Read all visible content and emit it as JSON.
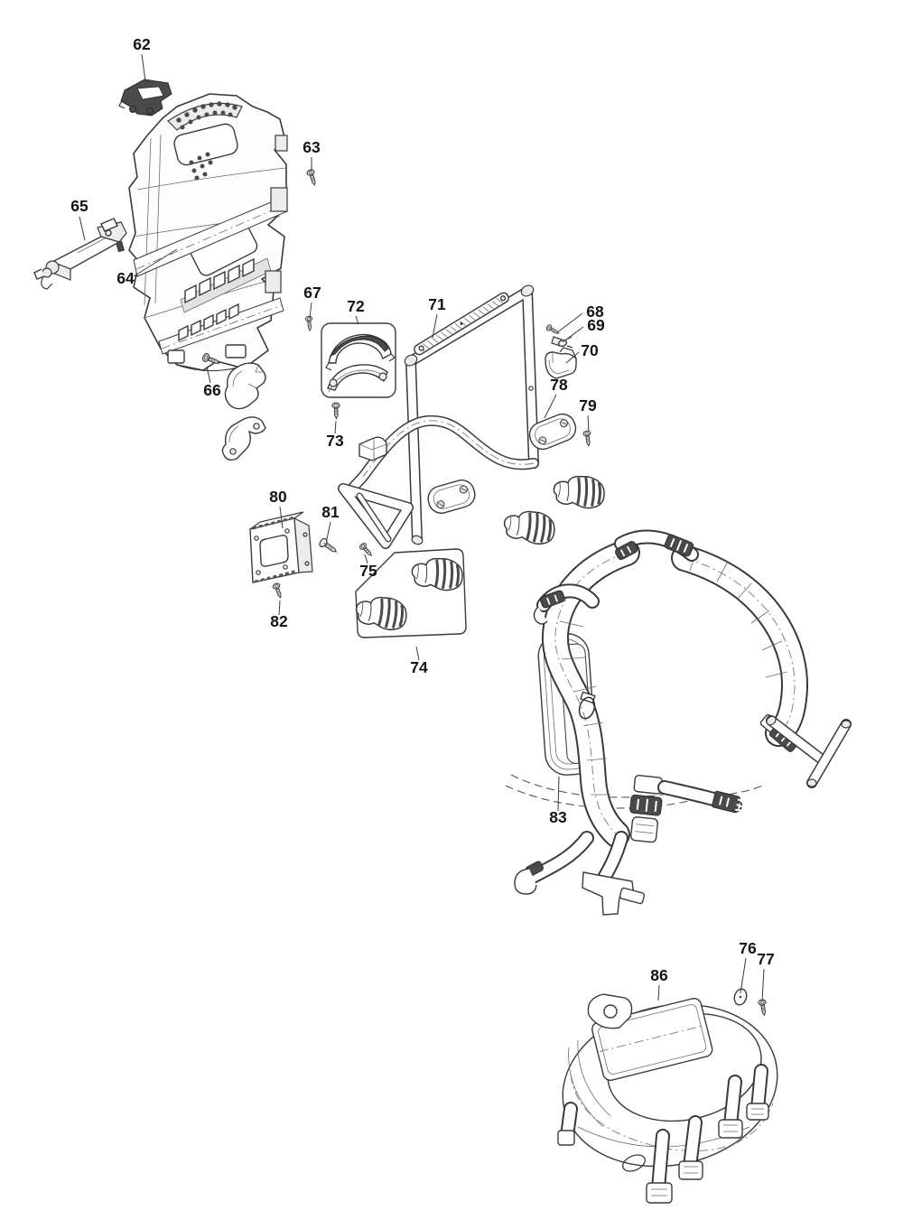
{
  "diagram": {
    "type": "exploded-parts-diagram",
    "background_color": "#ffffff",
    "line_color": "#3a3a3a",
    "part_numbers": [
      "62",
      "63",
      "64",
      "65",
      "66",
      "67",
      "68",
      "69",
      "70",
      "71",
      "72",
      "73",
      "74",
      "75",
      "76",
      "77",
      "78",
      "79",
      "80",
      "81",
      "82",
      "83",
      "86"
    ]
  }
}
